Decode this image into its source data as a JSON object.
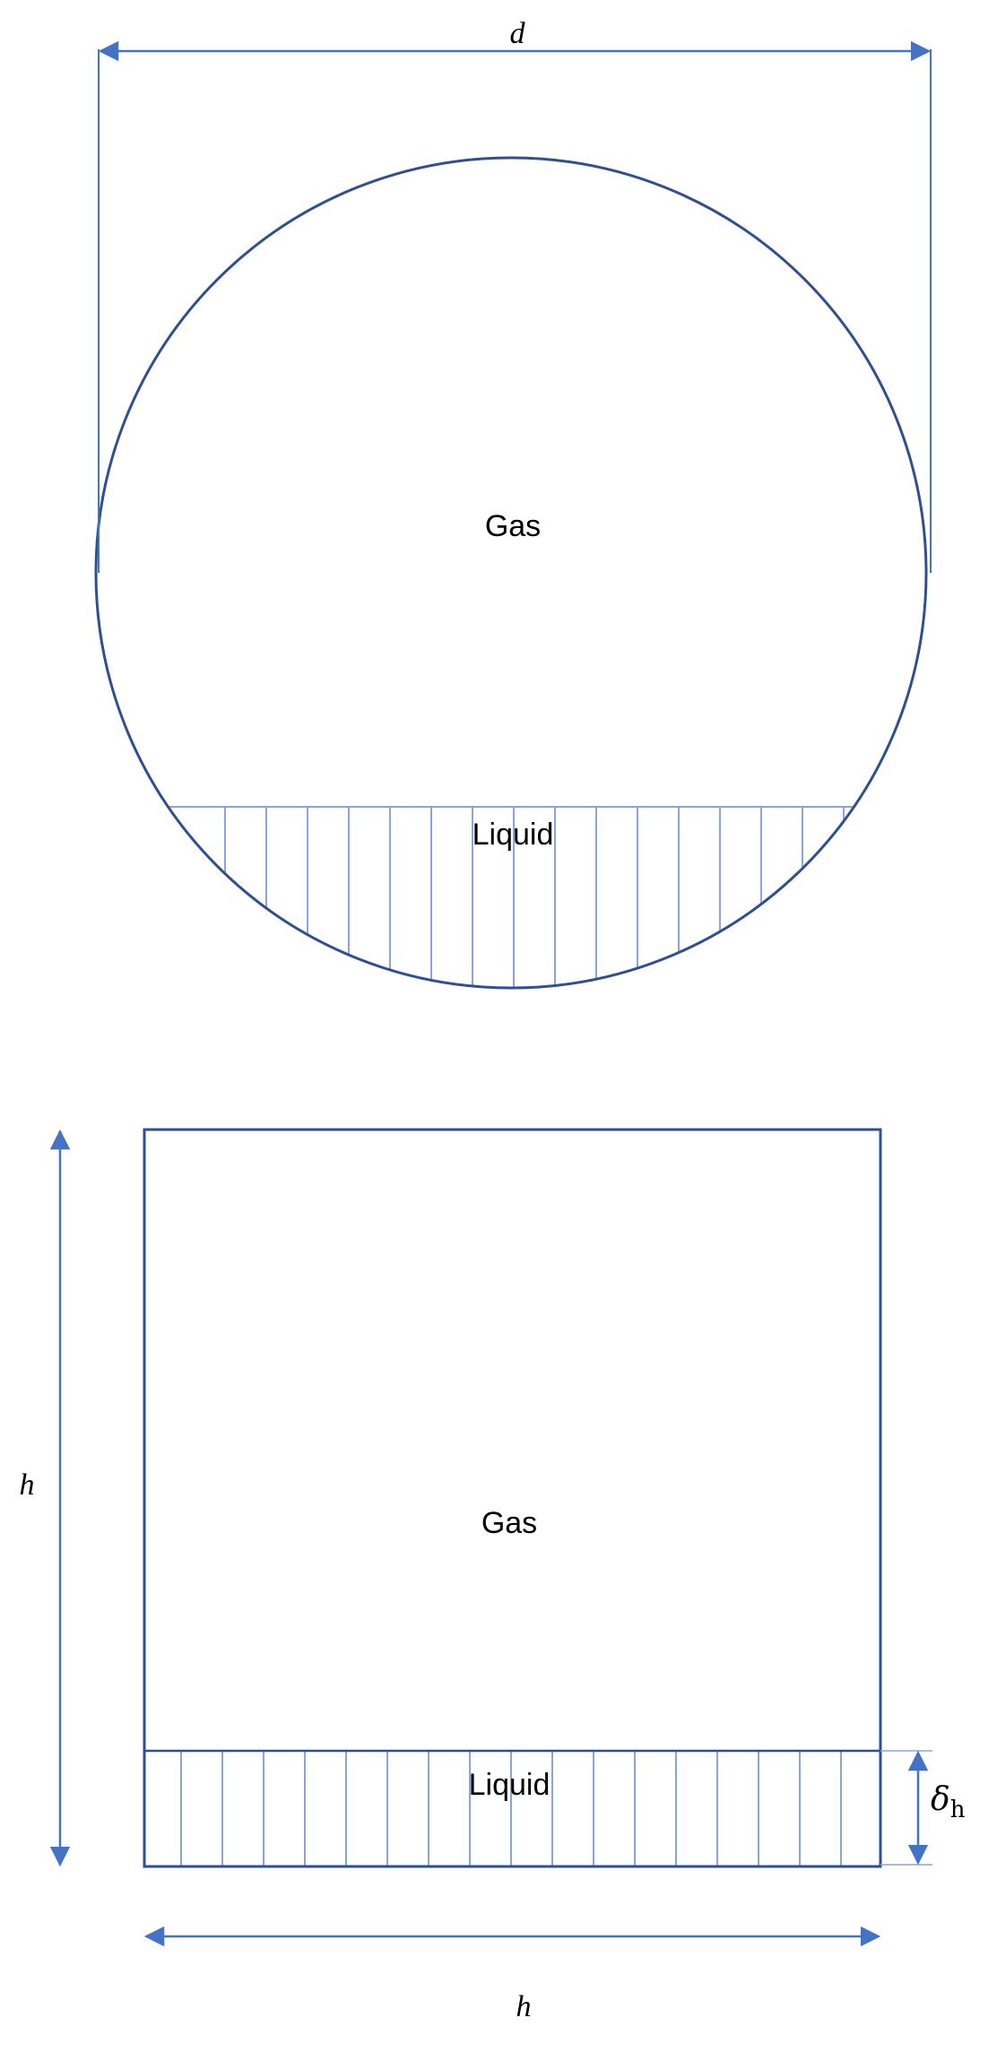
{
  "top_figure": {
    "diameter_label": "d",
    "gas_label": "Gas",
    "liquid_label": "Liquid"
  },
  "bottom_figure": {
    "height_label": "h",
    "width_label": "h",
    "gas_label": "Gas",
    "liquid_label": "Liquid",
    "film_symbol": "δ",
    "film_subscript": "h"
  },
  "colors": {
    "outline": "#2f4f8f",
    "dimension": "#4472c4",
    "hatch": "#8aa6d8"
  }
}
